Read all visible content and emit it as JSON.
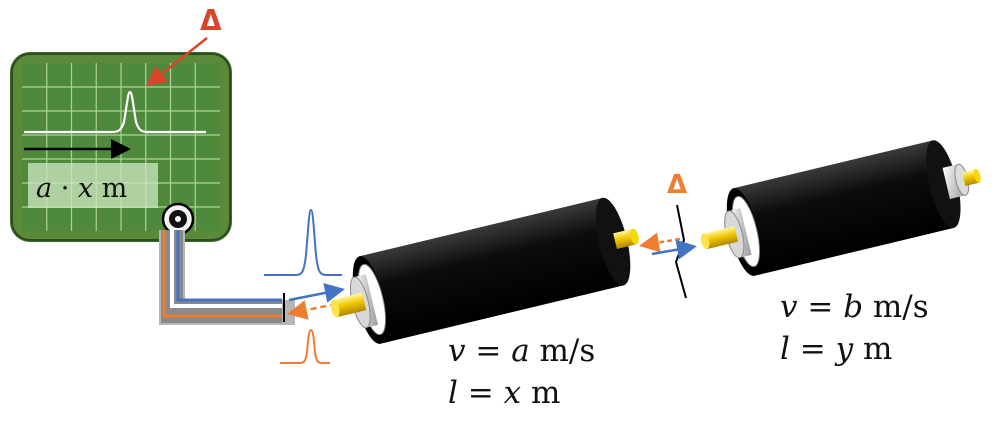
{
  "diagram": {
    "delta_symbol": "Δ",
    "screen_readout": {
      "a": "a",
      "dot": " · ",
      "x": "x",
      "unit": " m"
    },
    "cable1": {
      "velocity": {
        "v": "v",
        "eq": " = ",
        "var": "a",
        "unit": " m/s"
      },
      "length": {
        "l": "l",
        "eq": " = ",
        "var": "x",
        "unit": " m"
      }
    },
    "cable2": {
      "velocity": {
        "v": "v",
        "eq": " = ",
        "var": "b",
        "unit": " m/s"
      },
      "length": {
        "l": "l",
        "eq": " = ",
        "var": "y",
        "unit": " m"
      }
    }
  },
  "colors": {
    "scope_body": "#5a8a3a",
    "scope_screen": "#4f8a3c",
    "signal_incident": "#4472c4",
    "signal_reflected": "#ed7d31",
    "delta_marker": "#d9442b",
    "cable_jacket": "#111111",
    "conductor": "#f2c800"
  }
}
